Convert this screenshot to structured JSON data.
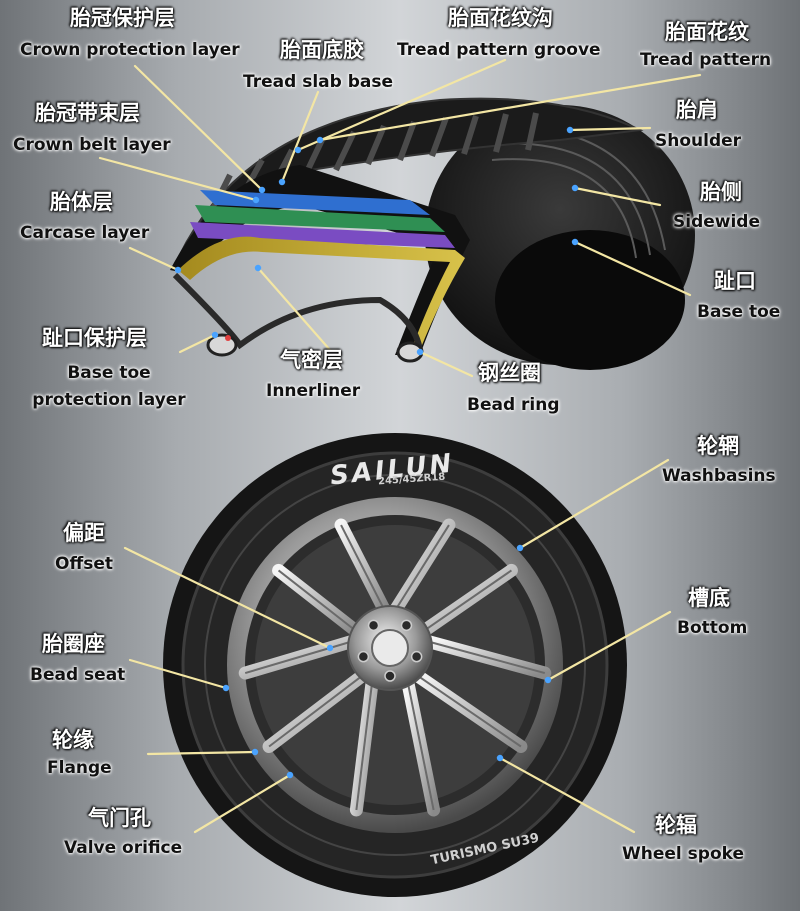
{
  "colors": {
    "leader": "#f3e6a4",
    "accent": "#4aa3ff",
    "zh_text": "#ffffff",
    "en_text": "#111111"
  },
  "tire": {
    "brand": "SAILUN",
    "size_code": "245/45ZR18",
    "sidewall_text": "TURISMO SU39"
  },
  "labels": [
    {
      "id": "crown-protection-layer",
      "zh": "胎冠保护层",
      "en": "Crown protection layer"
    },
    {
      "id": "tread-slab-base",
      "zh": "胎面底胶",
      "en": "Tread slab base"
    },
    {
      "id": "tread-pattern-groove",
      "zh": "胎面花纹沟",
      "en": "Tread pattern groove"
    },
    {
      "id": "tread-pattern",
      "zh": "胎面花纹",
      "en": "Tread pattern"
    },
    {
      "id": "crown-belt-layer",
      "zh": "胎冠带束层",
      "en": "Crown belt layer"
    },
    {
      "id": "shoulder",
      "zh": "胎肩",
      "en": "Shoulder"
    },
    {
      "id": "carcase-layer",
      "zh": "胎体层",
      "en": "Carcase layer"
    },
    {
      "id": "sidewide",
      "zh": "胎侧",
      "en": "Sidewide"
    },
    {
      "id": "base-toe",
      "zh": "趾口",
      "en": "Base toe"
    },
    {
      "id": "base-toe-protection-layer",
      "zh": "趾口保护层",
      "en": "Base toe protection layer"
    },
    {
      "id": "innerliner",
      "zh": "气密层",
      "en": "Innerliner"
    },
    {
      "id": "bead-ring",
      "zh": "钢丝圈",
      "en": "Bead ring"
    },
    {
      "id": "washbasins",
      "zh": "轮辋",
      "en": "Washbasins"
    },
    {
      "id": "offset",
      "zh": "偏距",
      "en": "Offset"
    },
    {
      "id": "bottom",
      "zh": "槽底",
      "en": "Bottom"
    },
    {
      "id": "bead-seat",
      "zh": "胎圈座",
      "en": "Bead seat"
    },
    {
      "id": "flange",
      "zh": "轮缘",
      "en": "Flange"
    },
    {
      "id": "valve-orifice",
      "zh": "气门孔",
      "en": "Valve orifice"
    },
    {
      "id": "wheel-spoke",
      "zh": "轮辐",
      "en": "Wheel spoke"
    }
  ]
}
